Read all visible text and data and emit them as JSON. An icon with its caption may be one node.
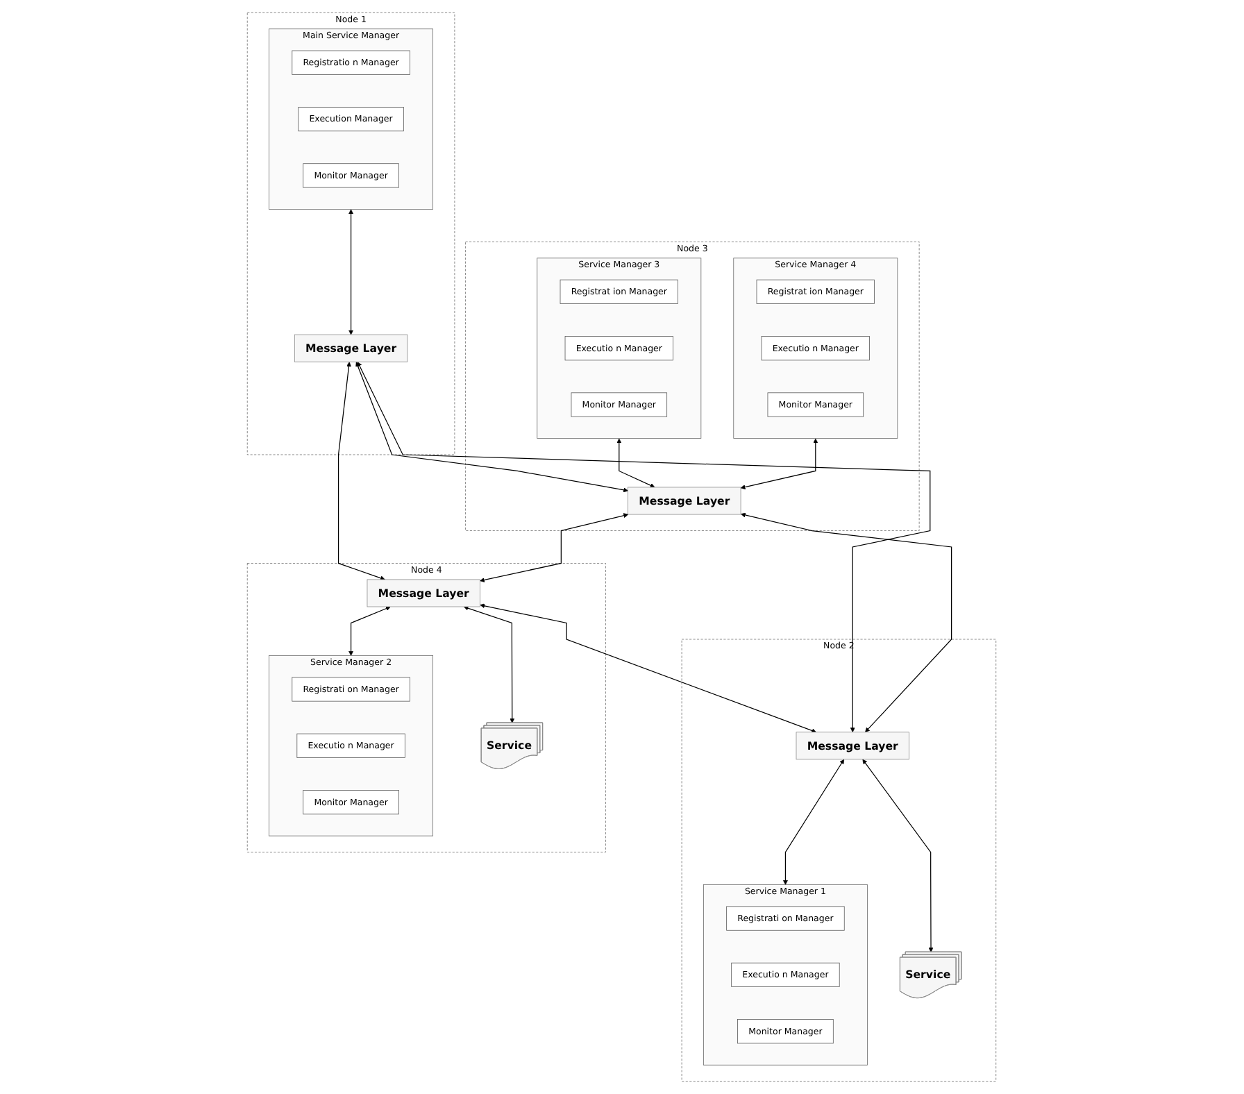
{
  "diagram": {
    "nodes": [
      {
        "text": [
          "Node 1"
        ]
      },
      {
        "text": [
          "Main Service Manager"
        ],
        "in": 0
      },
      {
        "text": [
          "Registratio n Manager"
        ],
        "in": 1
      },
      {
        "text": [
          "Execution Manager"
        ],
        "in": 1
      },
      {
        "text": [
          "Monitor Manager"
        ],
        "in": 1
      },
      {
        "text": [
          "Message Layer"
        ],
        "in": 0
      },
      {
        "text": [
          "Node 3"
        ]
      },
      {
        "text": [
          "Service Manager 3"
        ],
        "in": 6
      },
      {
        "text": [
          "Registrat ion Manager"
        ],
        "in": 7
      },
      {
        "text": [
          "Executio n Manager"
        ],
        "in": 7
      },
      {
        "text": [
          "Monitor Manager"
        ],
        "in": 7
      },
      {
        "text": [
          "Service Manager 4"
        ],
        "in": 6
      },
      {
        "text": [
          "Registrat ion Manager"
        ],
        "in": 11
      },
      {
        "text": [
          "Executio n Manager"
        ],
        "in": 11
      },
      {
        "text": [
          "Monitor Manager"
        ],
        "in": 11
      },
      {
        "text": [
          "Message Layer"
        ],
        "in": 6
      },
      {
        "text": [
          "Node 2"
        ]
      },
      {
        "text": [
          "Message Layer"
        ],
        "in": 16
      },
      {
        "text": [
          "Service Manager 1"
        ],
        "in": 16
      },
      {
        "text": [
          "Registrati on Manager"
        ],
        "in": 18
      },
      {
        "text": [
          "Executio n Manager"
        ],
        "in": 18
      },
      {
        "text": [
          "Monitor Manager"
        ],
        "in": 18
      },
      {
        "text": [
          "Service"
        ],
        "in": 16
      },
      {
        "text": [
          "Node 4"
        ]
      },
      {
        "text": [
          "Message Layer"
        ],
        "in": 23
      },
      {
        "text": [
          "Service Manager 2"
        ],
        "in": 23
      },
      {
        "text": [
          "Registrati on Manager"
        ],
        "in": 25
      },
      {
        "text": [
          "Executio n Manager"
        ],
        "in": 25
      },
      {
        "text": [
          "Monitor Manager"
        ],
        "in": 25
      },
      {
        "text": [
          "Service"
        ],
        "in": 23
      }
    ],
    "edges": [
      {
        "from": 1,
        "to": 5,
        "arrow": "both"
      },
      {
        "from": 7,
        "to": 15,
        "arrow": "both"
      },
      {
        "from": 11,
        "to": 15,
        "arrow": "both"
      },
      {
        "from": 5,
        "to": 15,
        "arrow": "both"
      },
      {
        "from": 5,
        "to": 17,
        "arrow": "both"
      },
      {
        "from": 5,
        "to": 24,
        "arrow": "both"
      },
      {
        "from": 15,
        "to": 17,
        "arrow": "both"
      },
      {
        "from": 15,
        "to": 24,
        "arrow": "both"
      },
      {
        "from": 24,
        "to": 17,
        "arrow": "both"
      },
      {
        "from": 17,
        "to": 18,
        "arrow": "both"
      },
      {
        "from": 17,
        "to": 22,
        "arrow": "both"
      },
      {
        "from": 24,
        "to": 25,
        "arrow": "both"
      },
      {
        "from": 24,
        "to": 29,
        "arrow": "both"
      }
    ]
  }
}
